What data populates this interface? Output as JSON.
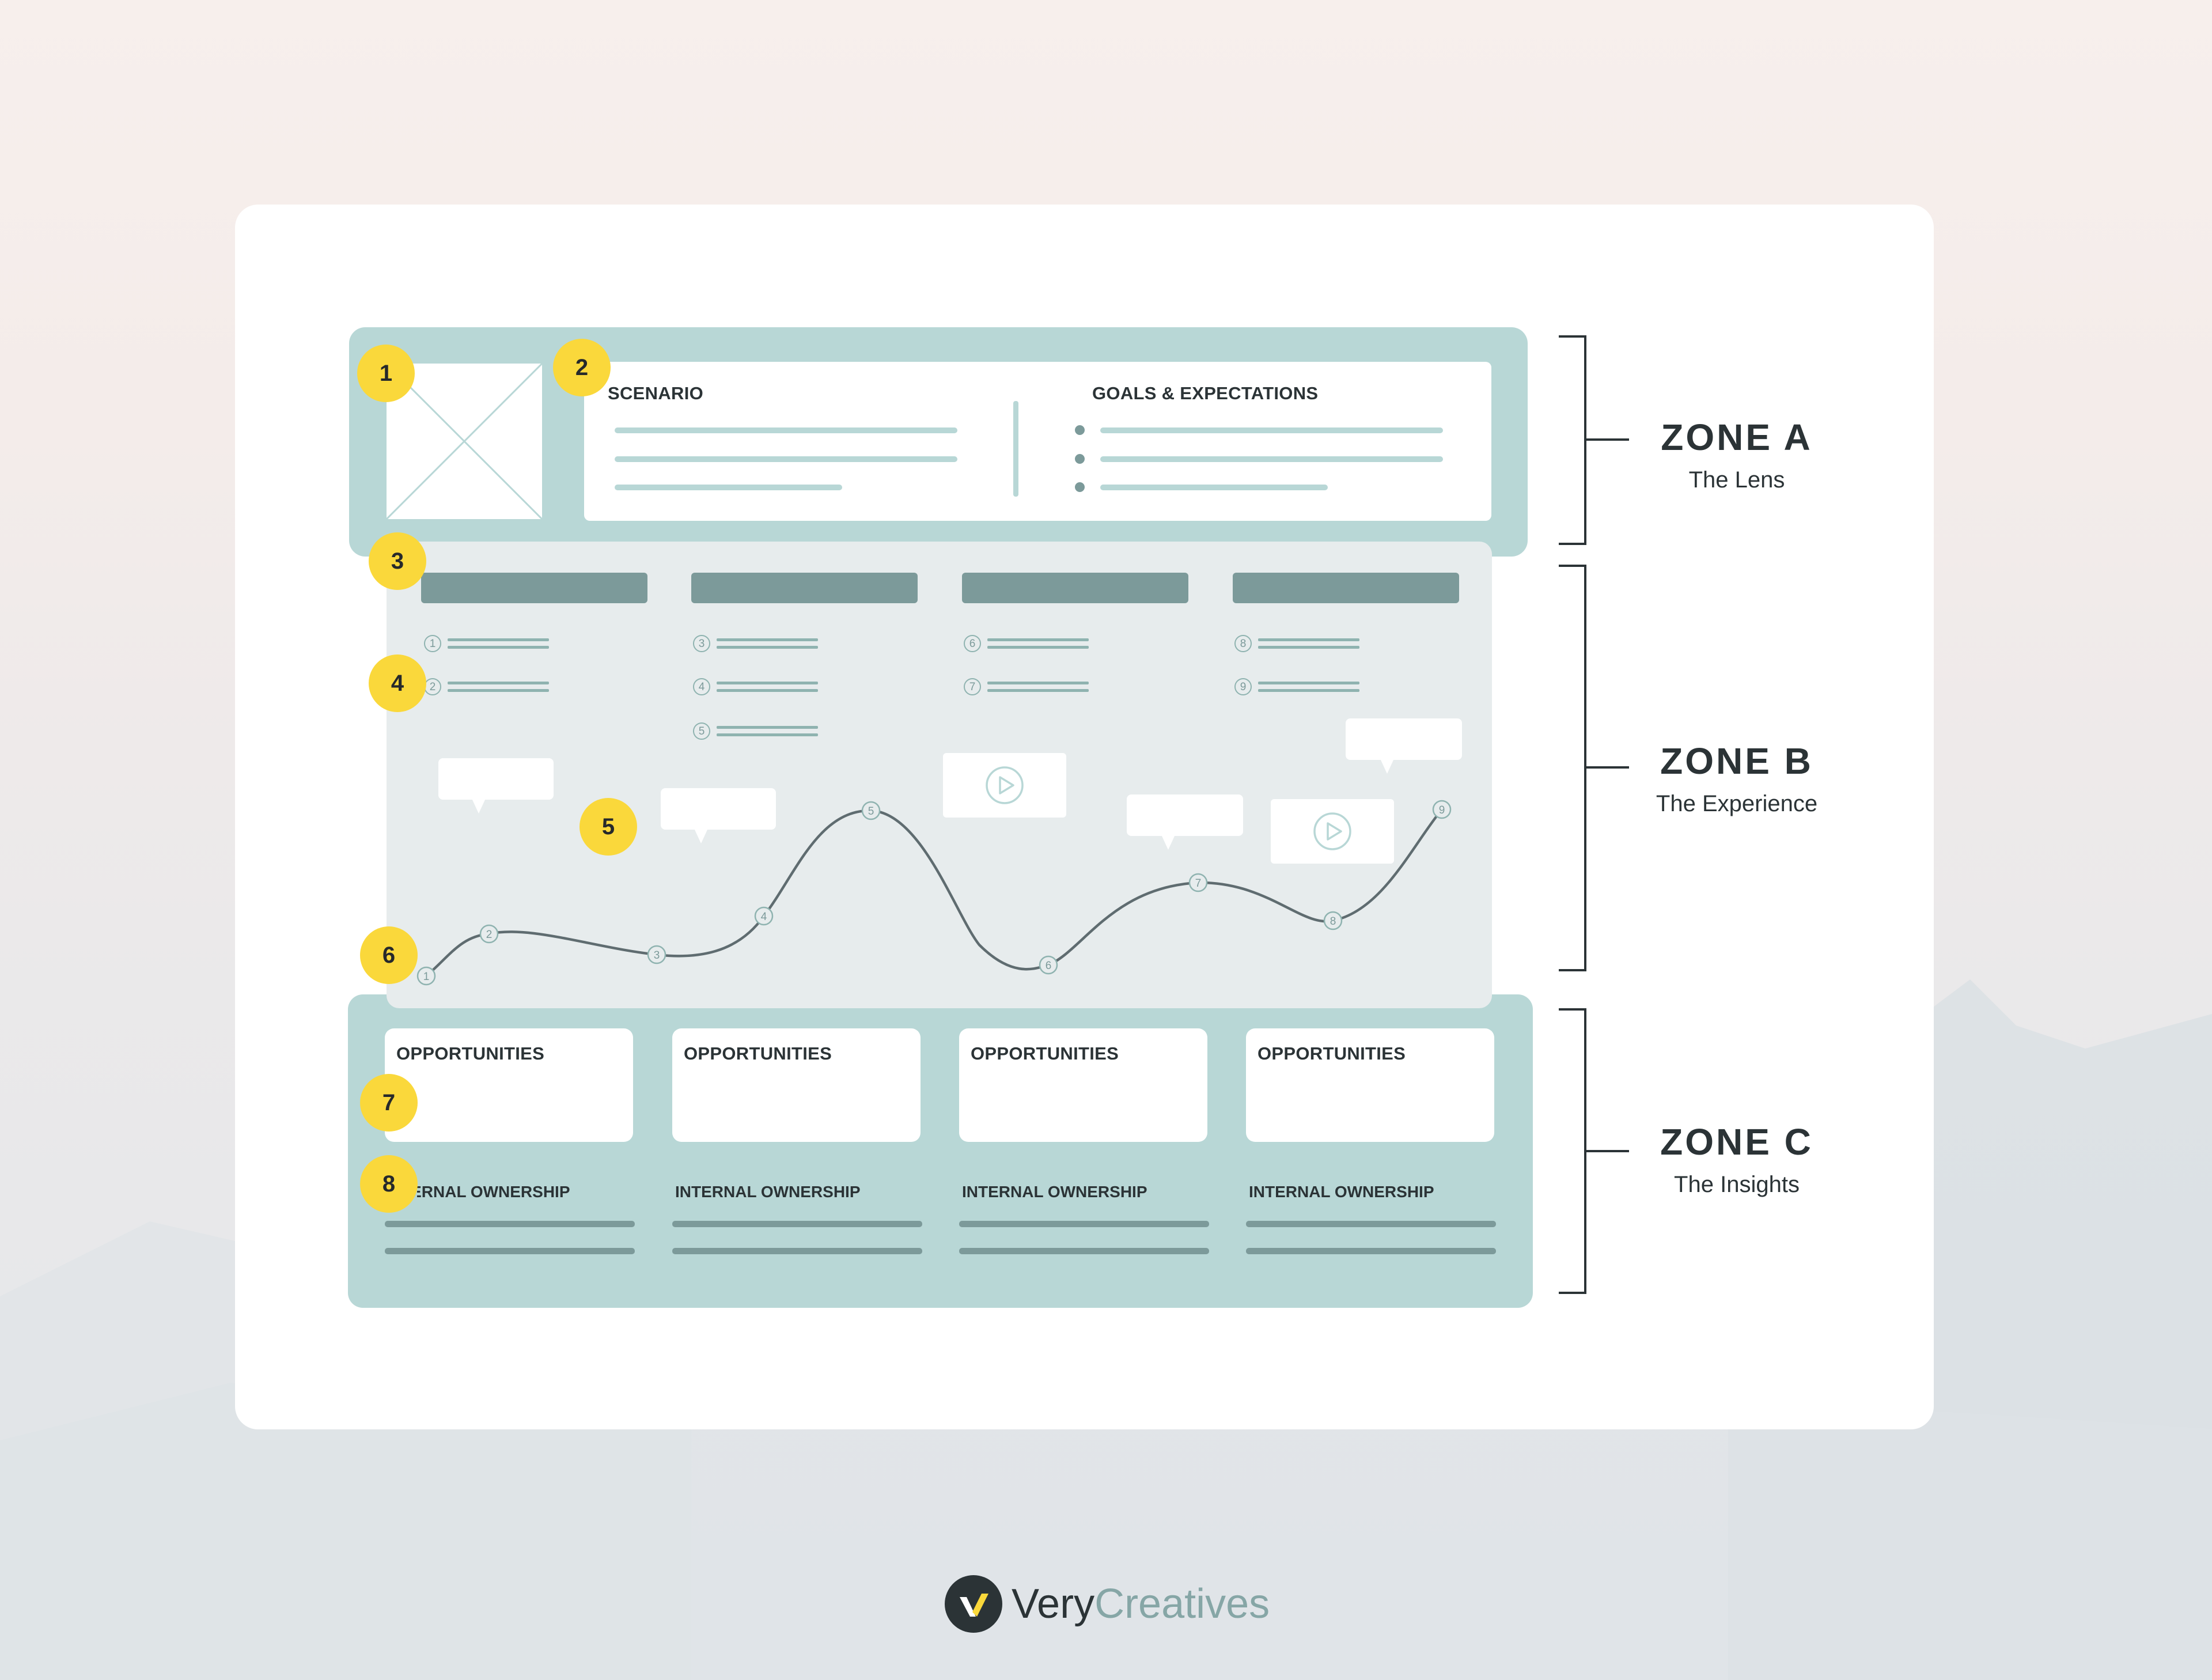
{
  "colors": {
    "teal_frame": "#b8d7d6",
    "teal_dark": "#7c9a9a",
    "panel_grey": "#e7eced",
    "badge_yellow": "#fad83b",
    "ink": "#2b3336"
  },
  "header": {
    "scenario_label": "SCENARIO",
    "goals_label": "GOALS & EXPECTATIONS"
  },
  "badges": [
    "1",
    "2",
    "3",
    "4",
    "5",
    "6",
    "7",
    "8"
  ],
  "steps": [
    {
      "n": "1"
    },
    {
      "n": "2"
    },
    {
      "n": "3"
    },
    {
      "n": "4"
    },
    {
      "n": "5"
    },
    {
      "n": "6"
    },
    {
      "n": "7"
    },
    {
      "n": "8"
    },
    {
      "n": "9"
    }
  ],
  "curve_points": [
    "1",
    "2",
    "3",
    "4",
    "5",
    "6",
    "7",
    "8",
    "9"
  ],
  "insights": {
    "opportunities": [
      "OPPORTUNITIES",
      "OPPORTUNITIES",
      "OPPORTUNITIES",
      "OPPORTUNITIES"
    ],
    "ownership": [
      "INTERNAL OWNERSHIP",
      "INTERNAL OWNERSHIP",
      "INTERNAL OWNERSHIP",
      "INTERNAL OWNERSHIP"
    ]
  },
  "zones": [
    {
      "title": "ZONE A",
      "subtitle": "The Lens"
    },
    {
      "title": "ZONE B",
      "subtitle": "The Experience"
    },
    {
      "title": "ZONE C",
      "subtitle": "The Insights"
    }
  ],
  "logo": {
    "part1": "Very",
    "part2": "Creatives"
  },
  "icons": [
    "image-placeholder-icon",
    "play-icon",
    "logo-mark-icon"
  ]
}
